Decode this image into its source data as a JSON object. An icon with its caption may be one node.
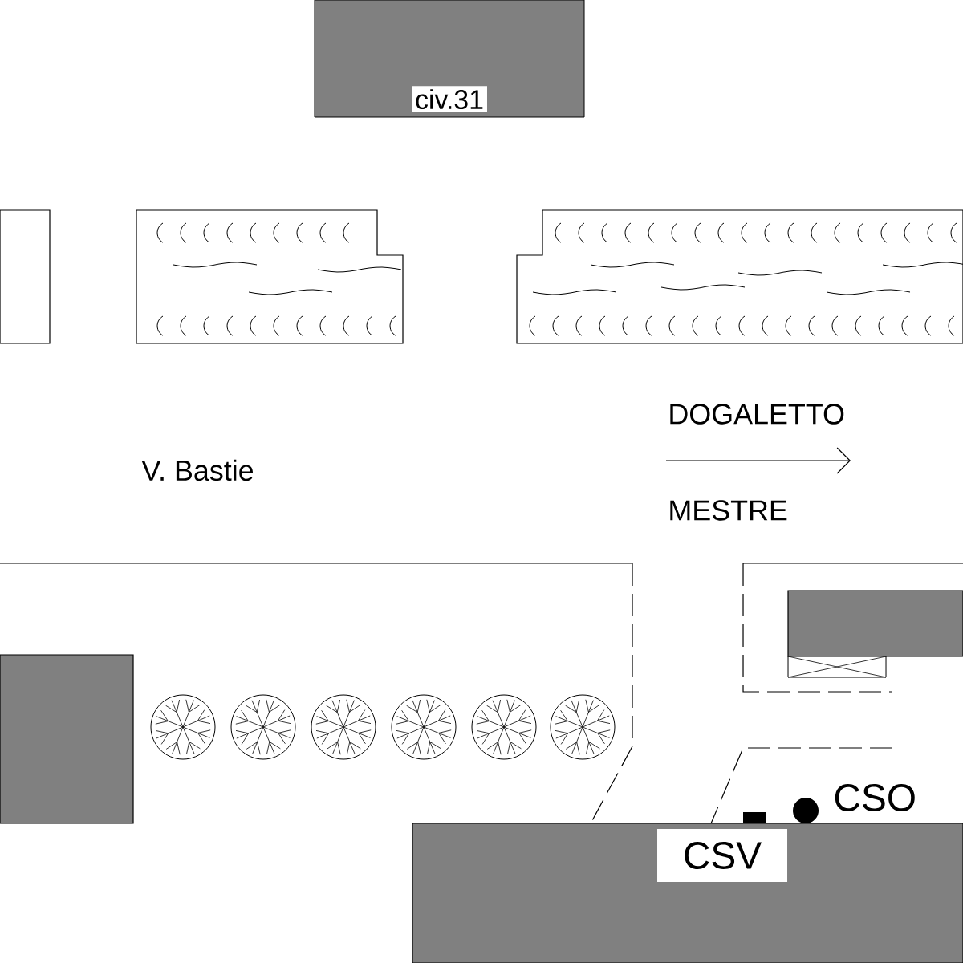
{
  "diagram": {
    "nodes": [
      {
        "text": [
          "civ.31"
        ]
      },
      {
        "text": [],
        "shape": "box"
      },
      {
        "text": [],
        "shape": "box"
      },
      {
        "text": [],
        "shape": "box"
      },
      {
        "text": [],
        "shape": "box"
      }
    ],
    "labels": [
      "DOGALETTO",
      "V. Bastie",
      "MESTRE",
      "CSO",
      "CSV"
    ]
  }
}
